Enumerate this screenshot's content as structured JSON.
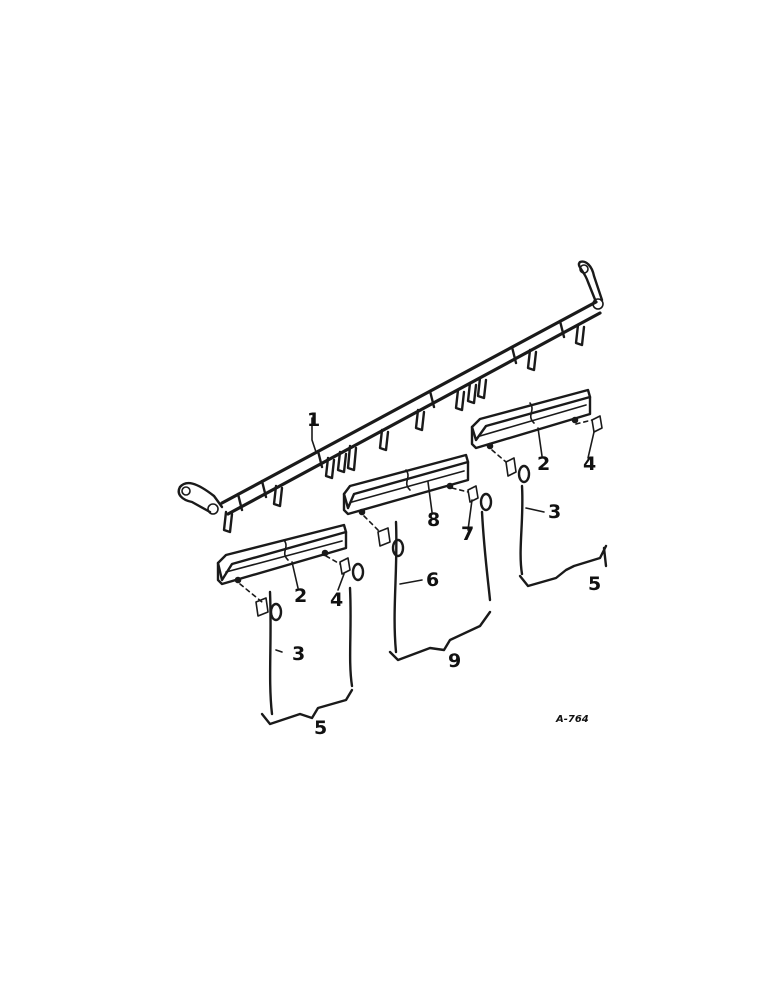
{
  "figure_id": "A-764",
  "callouts": [
    {
      "id": "c1",
      "text": "1"
    },
    {
      "id": "c2a",
      "text": "2"
    },
    {
      "id": "c2b",
      "text": "2"
    },
    {
      "id": "c3a",
      "text": "3"
    },
    {
      "id": "c3b",
      "text": "3"
    },
    {
      "id": "c4a",
      "text": "4"
    },
    {
      "id": "c4b",
      "text": "4"
    },
    {
      "id": "c5a",
      "text": "5"
    },
    {
      "id": "c5b",
      "text": "5"
    },
    {
      "id": "c6",
      "text": "6"
    },
    {
      "id": "c7",
      "text": "7"
    },
    {
      "id": "c8",
      "text": "8"
    },
    {
      "id": "c9",
      "text": "9"
    }
  ]
}
